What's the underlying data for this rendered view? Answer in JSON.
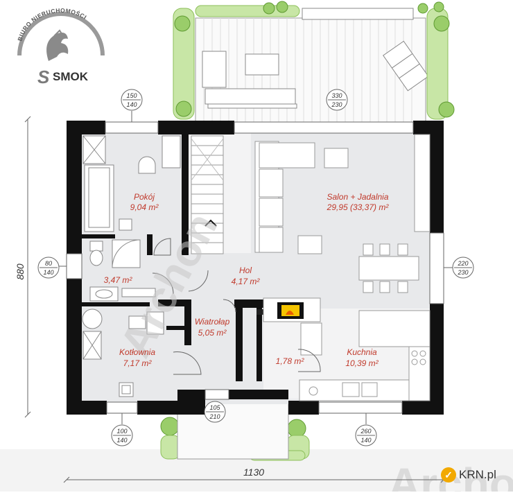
{
  "logo": {
    "arc_text": "BIURO NIERUCHOMOŚCI",
    "name": "SMOK"
  },
  "rooms": {
    "pokoj": {
      "name": "Pokój",
      "area": "9,04 m²"
    },
    "salon": {
      "name": "Salon + Jadalnia",
      "area": "29,95 (33,37) m²"
    },
    "lazienka": {
      "area": "3,47 m²"
    },
    "hol": {
      "name": "Hol",
      "area": "4,17 m²"
    },
    "wiatrolap": {
      "name": "Wiatrołap",
      "area": "5,05 m²"
    },
    "kotlownia": {
      "name": "Kotłownia",
      "area": "7,17 m²"
    },
    "spizarnia": {
      "area": "1,78 m²"
    },
    "kuchnia": {
      "name": "Kuchnia",
      "area": "10,39 m²"
    }
  },
  "windows": {
    "top_left": {
      "w": "150",
      "h": "140"
    },
    "top_right": {
      "w": "330",
      "h": "230"
    },
    "left": {
      "w": "80",
      "h": "140"
    },
    "right": {
      "w": "220",
      "h": "230"
    },
    "bottom_left": {
      "w": "100",
      "h": "140"
    },
    "door": {
      "w": "105",
      "h": "210"
    },
    "bottom_right": {
      "w": "260",
      "h": "140"
    }
  },
  "dimensions": {
    "height": "880",
    "width": "1130"
  },
  "watermark": "Archon",
  "watermark_bottom": "Archon",
  "badge": {
    "text": "KRN.pl",
    "icon": "krn-logo-icon"
  }
}
